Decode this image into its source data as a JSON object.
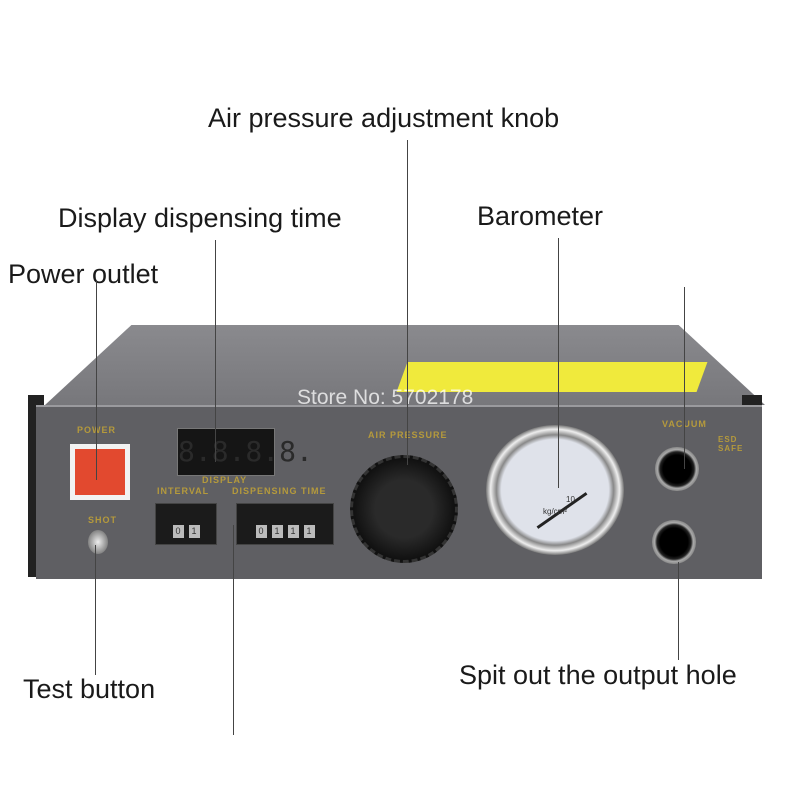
{
  "callouts": {
    "air_knob": "Air pressure adjustment knob",
    "display": "Display dispensing time",
    "barometer": "Barometer",
    "power": "Power outlet",
    "test": "Test button",
    "output": "Spit out the output hole"
  },
  "watermark": "Store No: 5702178",
  "panel": {
    "power": "POWER",
    "shot": "SHOT",
    "display": "DISPLAY",
    "display_value": "8.8.8.8.",
    "interval": "INTERVAL",
    "dispensing_time": "DISPENSING TIME",
    "air_pressure": "AIR PRESSURE",
    "vacuum": "VACUUM",
    "esd": "ESD SAFE",
    "gauge_unit": "kg/cm²",
    "gauge_max": "10",
    "interval_digits": [
      "0",
      "1"
    ],
    "time_digits": [
      "0",
      "1",
      "1",
      "1"
    ]
  },
  "colors": {
    "panel": "#5f5f63",
    "stripe": "#f0ea3c",
    "power_button": "#e2492f",
    "label": "#b59a3c"
  }
}
